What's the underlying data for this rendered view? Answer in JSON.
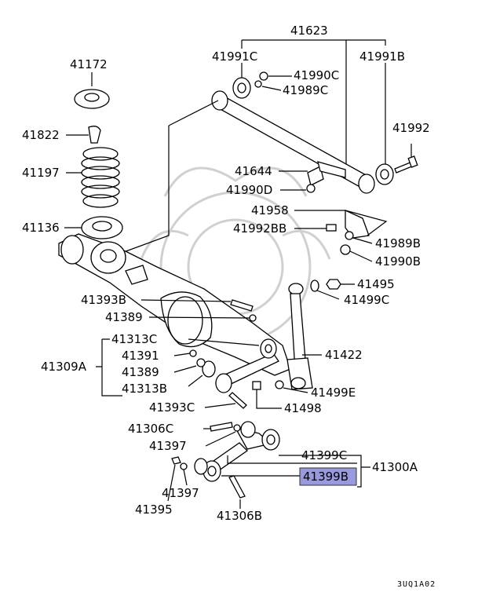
{
  "labels": {
    "p41623": "41623",
    "p41991C": "41991C",
    "p41991B": "41991B",
    "p41990C": "41990C",
    "p41989C": "41989C",
    "p41172": "41172",
    "p41822": "41822",
    "p41197": "41197",
    "p41136": "41136",
    "p41992": "41992",
    "p41644": "41644",
    "p41990D": "41990D",
    "p41958": "41958",
    "p41992BB": "41992BB",
    "p41989B": "41989B",
    "p41990B": "41990B",
    "p41495": "41495",
    "p41499C": "41499C",
    "p41393B": "41393B",
    "p41389a": "41389",
    "p41313C": "41313C",
    "p41391": "41391",
    "p41389b": "41389",
    "p41313B": "41313B",
    "p41309A": "41309A",
    "p41422": "41422",
    "p41499E": "41499E",
    "p41393C": "41393C",
    "p41498": "41498",
    "p41306C": "41306C",
    "p41397a": "41397",
    "p41399C": "41399C",
    "p41300A": "41300A",
    "p41399B": "41399B",
    "p41397b": "41397",
    "p41395": "41395",
    "p41306B": "41306B"
  },
  "diagram_code": "3UQ1A02",
  "highlight_color": "#9999dd"
}
